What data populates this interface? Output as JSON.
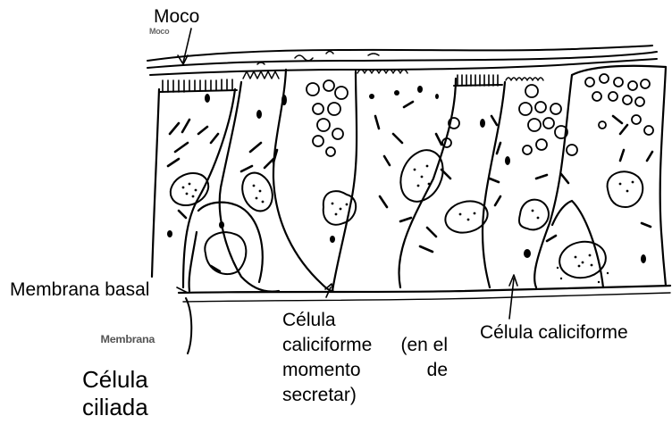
{
  "labels": {
    "moco": "Moco",
    "membrana_basal": "Membrana basal",
    "celula_caliciforme_secretar": {
      "line1": "Célula",
      "line2a": "caliciforme",
      "line2b": "(en el",
      "line3a": "momento",
      "line3b": "de",
      "line4": "secretar)"
    },
    "celula_caliciforme": "Célula caliciforme",
    "celula_ciliada": {
      "line1": "Célula",
      "line2": "ciliada"
    },
    "faded_membrana": "Membrana",
    "faded_moco": "Moco"
  },
  "colors": {
    "ink": "#000000",
    "background": "#ffffff"
  }
}
